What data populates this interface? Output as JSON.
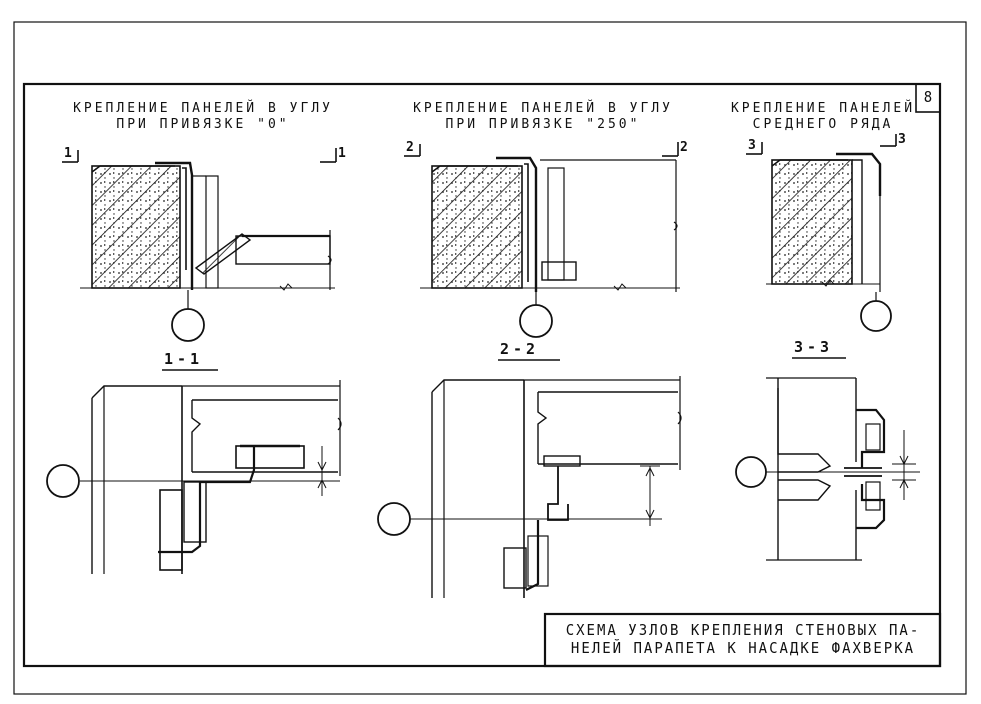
{
  "sheet_number": "8",
  "titles": {
    "t1_line1": "КРЕПЛЕНИЕ ПАНЕЛЕЙ В УГЛУ",
    "t1_line2": "ПРИ ПРИВЯЗКЕ \"0\"",
    "t2_line1": "КРЕПЛЕНИЕ ПАНЕЛЕЙ В УГЛУ",
    "t2_line2": "ПРИ ПРИВЯЗКЕ \"250\"",
    "t3_line1": "КРЕПЛЕНИЕ ПАНЕЛЕЙ",
    "t3_line2": "СРЕДНЕГО РЯДА"
  },
  "cut_marks": {
    "c1_left": "1",
    "c1_right": "1",
    "c2_left": "2",
    "c2_right": "2",
    "c3_left": "3",
    "c3_right": "3"
  },
  "sections": {
    "s1": "1-1",
    "s2": "2-2",
    "s3": "3-3"
  },
  "title_block": {
    "line1": "СХЕМА УЗЛОВ КРЕПЛЕНИЯ СТЕНОВЫХ ПА-",
    "line2": "НЕЛЕЙ ПАРАПЕТА К НАСАДКЕ ФАХВЕРКА"
  }
}
